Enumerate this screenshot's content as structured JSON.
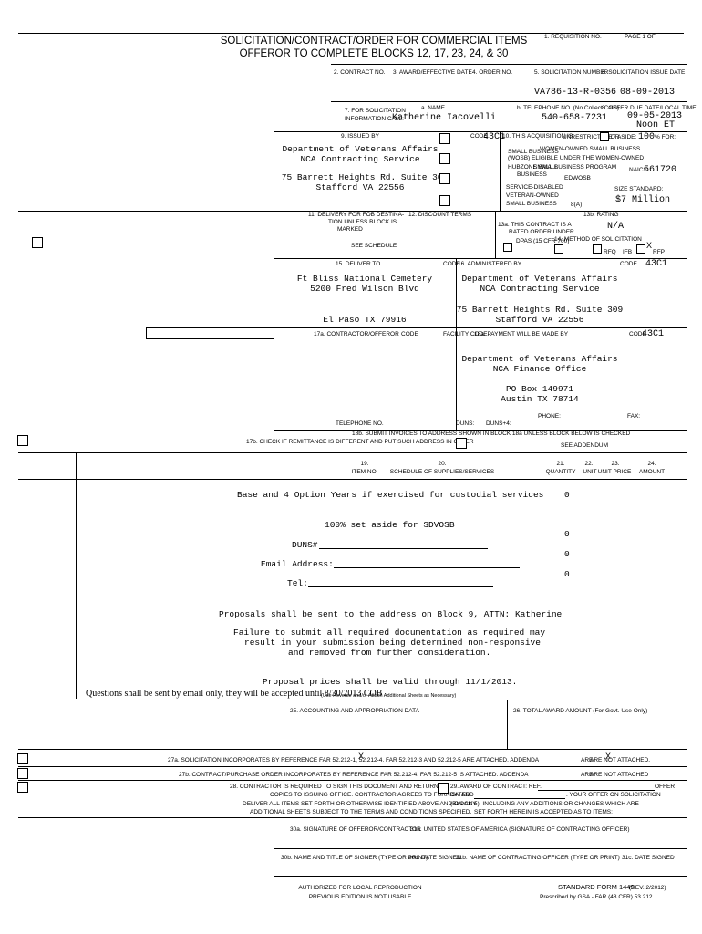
{
  "header": {
    "title_line1": "SOLICITATION/CONTRACT/ORDER FOR COMMERCIAL ITEMS",
    "title_line2": "OFFEROR TO COMPLETE BLOCKS 12, 17, 23, 24, & 30",
    "req_label": "1. REQUISITION NO.",
    "page_label": "PAGE 1 OF"
  },
  "row2": {
    "contract_no_label": "2. CONTRACT NO.",
    "award_date_label": "3. AWARD/EFFECTIVE DATE",
    "order_no_label": "4. ORDER NO.",
    "solicitation_no_label": "5. SOLICITATION NUMBER",
    "solicitation_issue_label": "6. SOLICITATION ISSUE DATE",
    "solicitation_no": "VA786-13-R-0356",
    "solicitation_issue": "08-09-2013"
  },
  "row7": {
    "for_info_label_1": "7. FOR SOLICITATION",
    "for_info_label_2": "INFORMATION CALL:",
    "name_label": "a. NAME",
    "name": "Katherine Iacovelli",
    "phone_label": "b. TELEPHONE NO. (No Collect Calls)",
    "phone": "540-658-7231",
    "due_label": "8. OFFER DUE DATE/LOCAL TIME",
    "due_date": "09-05-2013",
    "due_time": "Noon ET"
  },
  "issued_by": {
    "label": "9. ISSUED BY",
    "code_label": "CODE",
    "code": "43C1",
    "line1": "Department of Veterans Affairs",
    "line2": "NCA Contracting Service",
    "line3": "75 Barrett Heights Rd. Suite 309",
    "line4": "Stafford VA 22556"
  },
  "acquisition": {
    "label": "10. THIS ACQUISITION IS",
    "unrestricted": "UNRESTRICTED OR",
    "set_aside": "SET ASIDE:",
    "percent": "100",
    "percent_for": "% FOR:",
    "small_business": "SMALL BUSINESS",
    "wosb_1": "WOMEN-OWNED SMALL BUSINESS",
    "wosb_2": "(WOSB) ELIGIBLE UNDER THE WOMEN-OWNED",
    "wosb_3": "SMALL BUSINESS PROGRAM",
    "hubzone_1": "HUBZONE SMALL",
    "hubzone_2": "BUSINESS",
    "edwosb": "EDWOSB",
    "sdvosb_1": "SERVICE-DISABLED",
    "sdvosb_2": "VETERAN-OWNED",
    "sdvosb_3": "SMALL BUSINESS",
    "eight_a": "8(A)",
    "naics_label": "NAICS:",
    "naics": "561720",
    "size_label": "SIZE STANDARD:",
    "size": "$7 Million"
  },
  "row11": {
    "delivery_1": "11. DELIVERY FOR FOB DESTINA-",
    "delivery_2": "TION UNLESS BLOCK IS",
    "delivery_3": "MARKED",
    "see_schedule": "SEE SCHEDULE",
    "discount": "12. DISCOUNT TERMS",
    "rated_1": "13a. THIS CONTRACT IS A",
    "rated_2": "RATED ORDER UNDER",
    "rated_3": "DPAS (15 CFR 700)",
    "rating_label": "13b. RATING",
    "rating": "N/A",
    "method_label": "14. METHOD OF SOLICITATION",
    "rfq": "RFQ",
    "ifb": "IFB",
    "rfp": "RFP",
    "rfp_mark": "X"
  },
  "deliver_to": {
    "label": "15. DELIVER TO",
    "code_label": "CODE",
    "line1": "Ft Bliss National Cemetery",
    "line2": "5200 Fred Wilson Blvd",
    "line3": "El Paso TX 79916"
  },
  "administered_by": {
    "label": "16. ADMINISTERED BY",
    "code_label": "CODE",
    "code": "43C1",
    "line1": "Department of Veterans Affairs",
    "line2": "NCA Contracting Service",
    "line3": "75 Barrett Heights Rd. Suite 309",
    "line4": "Stafford VA 22556"
  },
  "contractor": {
    "label": "17a. CONTRACTOR/OFFEROR",
    "code_label": "CODE",
    "facility_label": "FACILITY CODE",
    "telephone_label": "TELEPHONE NO.",
    "duns_label": "DUNS:",
    "duns4_label": "DUNS+4:",
    "check_remit": "17b. CHECK IF REMITTANCE IS DIFFERENT AND PUT SUCH ADDRESS IN OFFER"
  },
  "payment": {
    "label": "18a. PAYMENT WILL BE MADE BY",
    "code_label": "CODE",
    "code": "43C1",
    "line1": "Department of Veterans Affairs",
    "line2": "NCA Finance Office",
    "line3": "PO Box 149971",
    "line4": "Austin TX 78714",
    "phone_label": "PHONE:",
    "fax_label": "FAX:",
    "submit_invoices": "18b. SUBMIT INVOICES TO ADDRESS SHOWN IN BLOCK 18a UNLESS BLOCK BELOW IS CHECKED",
    "see_addendum": "SEE ADDENDUM"
  },
  "schedule": {
    "col19_num": "19.",
    "col19": "ITEM NO.",
    "col20_num": "20.",
    "col20": "SCHEDULE OF SUPPLIES/SERVICES",
    "col21_num": "21.",
    "col21": "QUANTITY",
    "col22_num": "22.",
    "col22": "UNIT",
    "col23_num": "23.",
    "col23": "UNIT PRICE",
    "col24_num": "24.",
    "col24": "AMOUNT",
    "line_base": "Base and 4 Option Years if exercised for custodial services",
    "qty1": "0",
    "line_setaside": "100% set aside for SDVOSB",
    "qty2": "0",
    "duns_field": "DUNS#",
    "qty3": "0",
    "email_field": "Email Address:",
    "qty4": "0",
    "tel_field": "Tel:",
    "proposals": "Proposals shall be sent to the address on Block 9, ATTN: Katherine",
    "failure_1": "Failure to submit all required documentation as required may",
    "failure_2": "result in your submission being determined non-responsive",
    "failure_3": "and removed from further consideration.",
    "prices": "Proposal prices shall be valid through 11/1/2013.",
    "questions": "Questions shall be sent by email only, they will be accepted until 8/30/2013 COB",
    "additional": "(Use Reverse and/or Attach Additional Sheets as Necessary)"
  },
  "accounting": {
    "label25": "25. ACCOUNTING AND APPROPRIATION DATA",
    "label26": "26. TOTAL AWARD AMOUNT (For Govt. Use Only)"
  },
  "row27": {
    "a": "27a. SOLICITATION INCORPORATES BY REFERENCE FAR 52.212-1, 52.212-4. FAR 52.212-3 AND 52.212-5 ARE ATTACHED.  ADDENDA",
    "a_mark": "X",
    "b": "27b. CONTRACT/PURCHASE ORDER INCORPORATES BY REFERENCE FAR 52.212-4. FAR 52.212-5 IS ATTACHED.  ADDENDA",
    "are": "ARE",
    "are_not": "ARE NOT ATTACHED.",
    "are_not_b": "ARE NOT ATTACHED",
    "are_mark": "X"
  },
  "row28": {
    "l1": "28. CONTRACTOR IS REQUIRED TO SIGN THIS DOCUMENT AND RETURN",
    "copies": "COPIES TO ISSUING OFFICE.  CONTRACTOR AGREES TO FURNISH AND",
    "deliver": "DELIVER ALL ITEMS SET FORTH OR OTHERWISE IDENTIFIED ABOVE AND ON ANY",
    "additional": "ADDITIONAL SHEETS SUBJECT TO THE TERMS AND CONDITIONS SPECIFIED.",
    "award_1": "29. AWARD OF CONTRACT: REF.",
    "offer": "OFFER",
    "award_2": "DATED",
    "award_3": ". YOUR OFFER ON SOLICITATION",
    "award_4": "(BLOCK 5), INCLUDING ANY ADDITIONS OR CHANGES WHICH ARE",
    "award_5": "SET FORTH HEREIN IS ACCEPTED AS TO ITEMS:"
  },
  "signatures": {
    "s30a": "30a. SIGNATURE OF OFFEROR/CONTRACTOR",
    "s31a": "31a. UNITED STATES OF AMERICA (SIGNATURE OF CONTRACTING OFFICER)",
    "s30b": "30b. NAME AND TITLE OF SIGNER (TYPE OR PRINT)",
    "s30c": "30c. DATE SIGNED",
    "s31b": "31b. NAME OF CONTRACTING OFFICER (TYPE OR PRINT)",
    "s31c": "31c. DATE SIGNED"
  },
  "footer": {
    "auth": "AUTHORIZED FOR LOCAL REPRODUCTION",
    "prev": "PREVIOUS EDITION IS NOT USABLE",
    "sf": "STANDARD FORM 1449",
    "rev": "(REV. 2/2012)",
    "prescribed": "Prescribed by GSA - FAR (48 CFR) 53.212"
  }
}
